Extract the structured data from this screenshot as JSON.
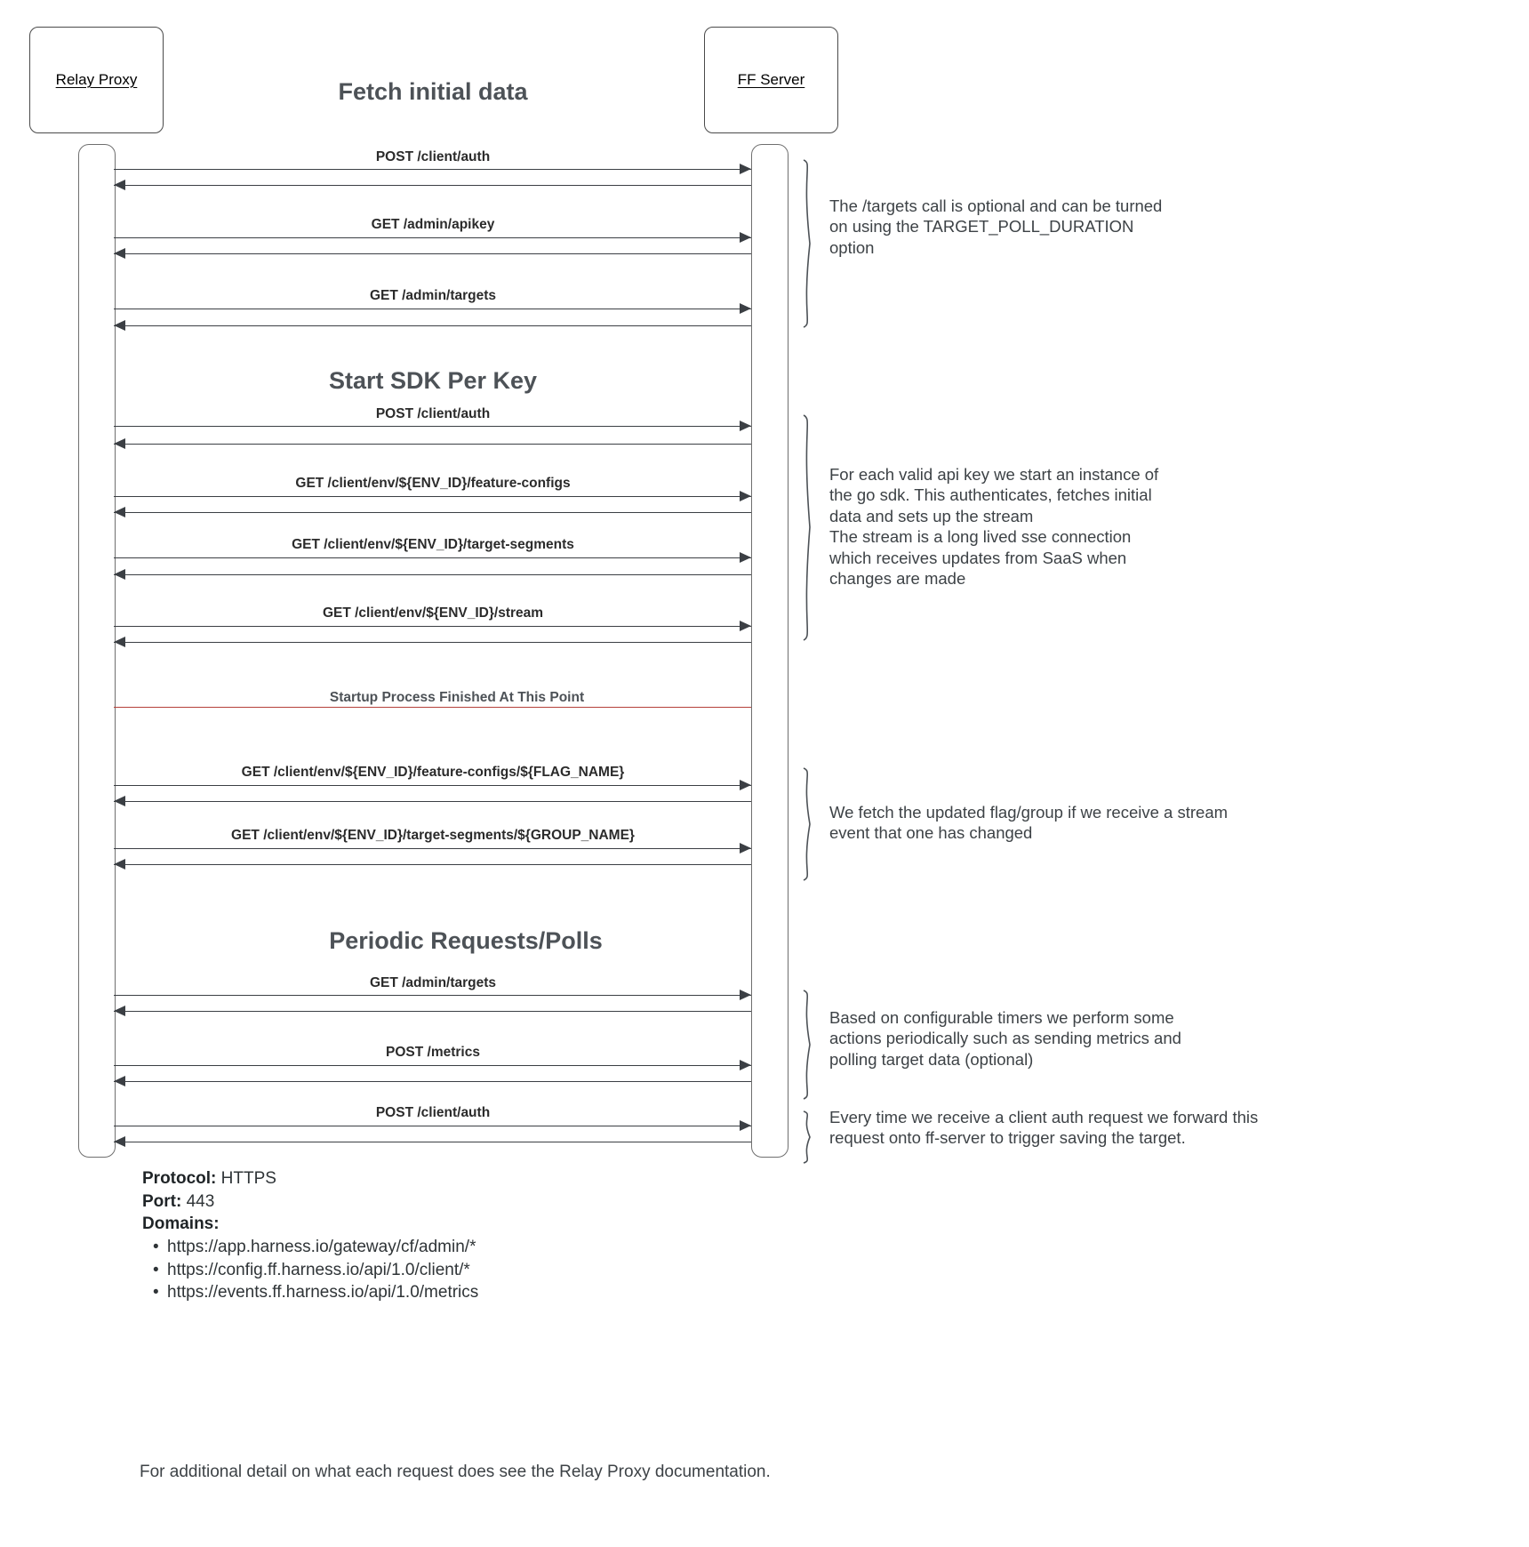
{
  "participants": [
    {
      "id": "relay-proxy",
      "label": "Relay Proxy"
    },
    {
      "id": "ff-server",
      "label": "FF Server"
    }
  ],
  "sections": [
    {
      "id": "fetch-initial-data",
      "title": "Fetch initial data"
    },
    {
      "id": "start-sdk-per-key",
      "title": "Start SDK Per Key"
    },
    {
      "id": "periodic-requests-polls",
      "title": "Periodic Requests/Polls"
    }
  ],
  "messages": [
    {
      "id": "m1",
      "label": "POST /client/auth"
    },
    {
      "id": "m2",
      "label": "GET /admin/apikey"
    },
    {
      "id": "m3",
      "label": "GET /admin/targets"
    },
    {
      "id": "m4",
      "label": "POST /client/auth"
    },
    {
      "id": "m5",
      "label": "GET /client/env/${ENV_ID}/feature-configs"
    },
    {
      "id": "m6",
      "label": "GET /client/env/${ENV_ID}/target-segments"
    },
    {
      "id": "m7",
      "label": "GET /client/env/${ENV_ID}/stream"
    },
    {
      "id": "m8",
      "label": "GET /client/env/${ENV_ID}/feature-configs/${FLAG_NAME}"
    },
    {
      "id": "m9",
      "label": "GET /client/env/${ENV_ID}/target-segments/${GROUP_NAME}"
    },
    {
      "id": "m10",
      "label": "GET /admin/targets"
    },
    {
      "id": "m11",
      "label": "POST /metrics"
    },
    {
      "id": "m12",
      "label": "POST /client/auth"
    }
  ],
  "divider": {
    "label": "Startup Process Finished At This Point",
    "color": "#b5403a"
  },
  "notes": [
    {
      "id": "note-targets-optional",
      "text": "The /targets call is optional and can be turned\non using the TARGET_POLL_DURATION\noption"
    },
    {
      "id": "note-sdk-instance",
      "text": "For each valid api key we start an instance of\nthe go sdk. This authenticates, fetches initial\ndata and sets up the stream\nThe stream is a long lived sse connection\nwhich receives updates from SaaS when\nchanges are made"
    },
    {
      "id": "note-stream-event",
      "text": "We fetch the updated flag/group if we receive a stream\nevent that one has changed"
    },
    {
      "id": "note-configurable-timers",
      "text": "Based on configurable timers we perform some\nactions periodically such as sending metrics and\npolling target data (optional)"
    },
    {
      "id": "note-client-auth-forward",
      "text": "Every time we receive a client auth request we forward this\nrequest onto ff-server to trigger saving the target."
    }
  ],
  "footer": {
    "protocol_key": "Protocol:",
    "protocol_value": "HTTPS",
    "port_key": "Port:",
    "port_value": "443",
    "domains_key": "Domains:",
    "domains": [
      "https://app.harness.io/gateway/cf/admin/*",
      "https://config.ff.harness.io/api/1.0/client/*",
      "https://events.ff.harness.io/api/1.0/metrics"
    ],
    "closing_note": "For additional detail on what each request does see the Relay Proxy documentation."
  }
}
